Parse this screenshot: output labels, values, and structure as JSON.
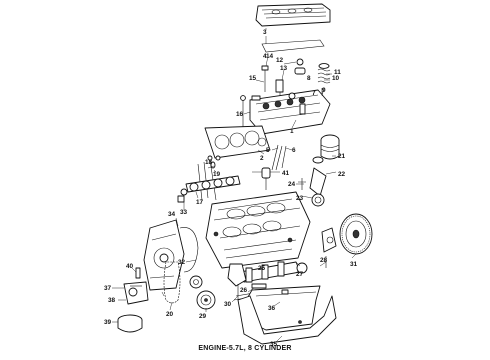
{
  "caption": "ENGINE-5.7L, 8 CYLINDER",
  "callouts": [
    "1",
    "2",
    "3",
    "4",
    "5",
    "6",
    "7",
    "8",
    "9",
    "10",
    "11",
    "12",
    "13",
    "14",
    "15",
    "16",
    "17",
    "18",
    "19",
    "20",
    "21",
    "22",
    "23",
    "24",
    "25",
    "26",
    "27",
    "28",
    "29",
    "30",
    "31",
    "32",
    "33",
    "34",
    "35",
    "36",
    "37",
    "38",
    "39",
    "40",
    "41"
  ]
}
